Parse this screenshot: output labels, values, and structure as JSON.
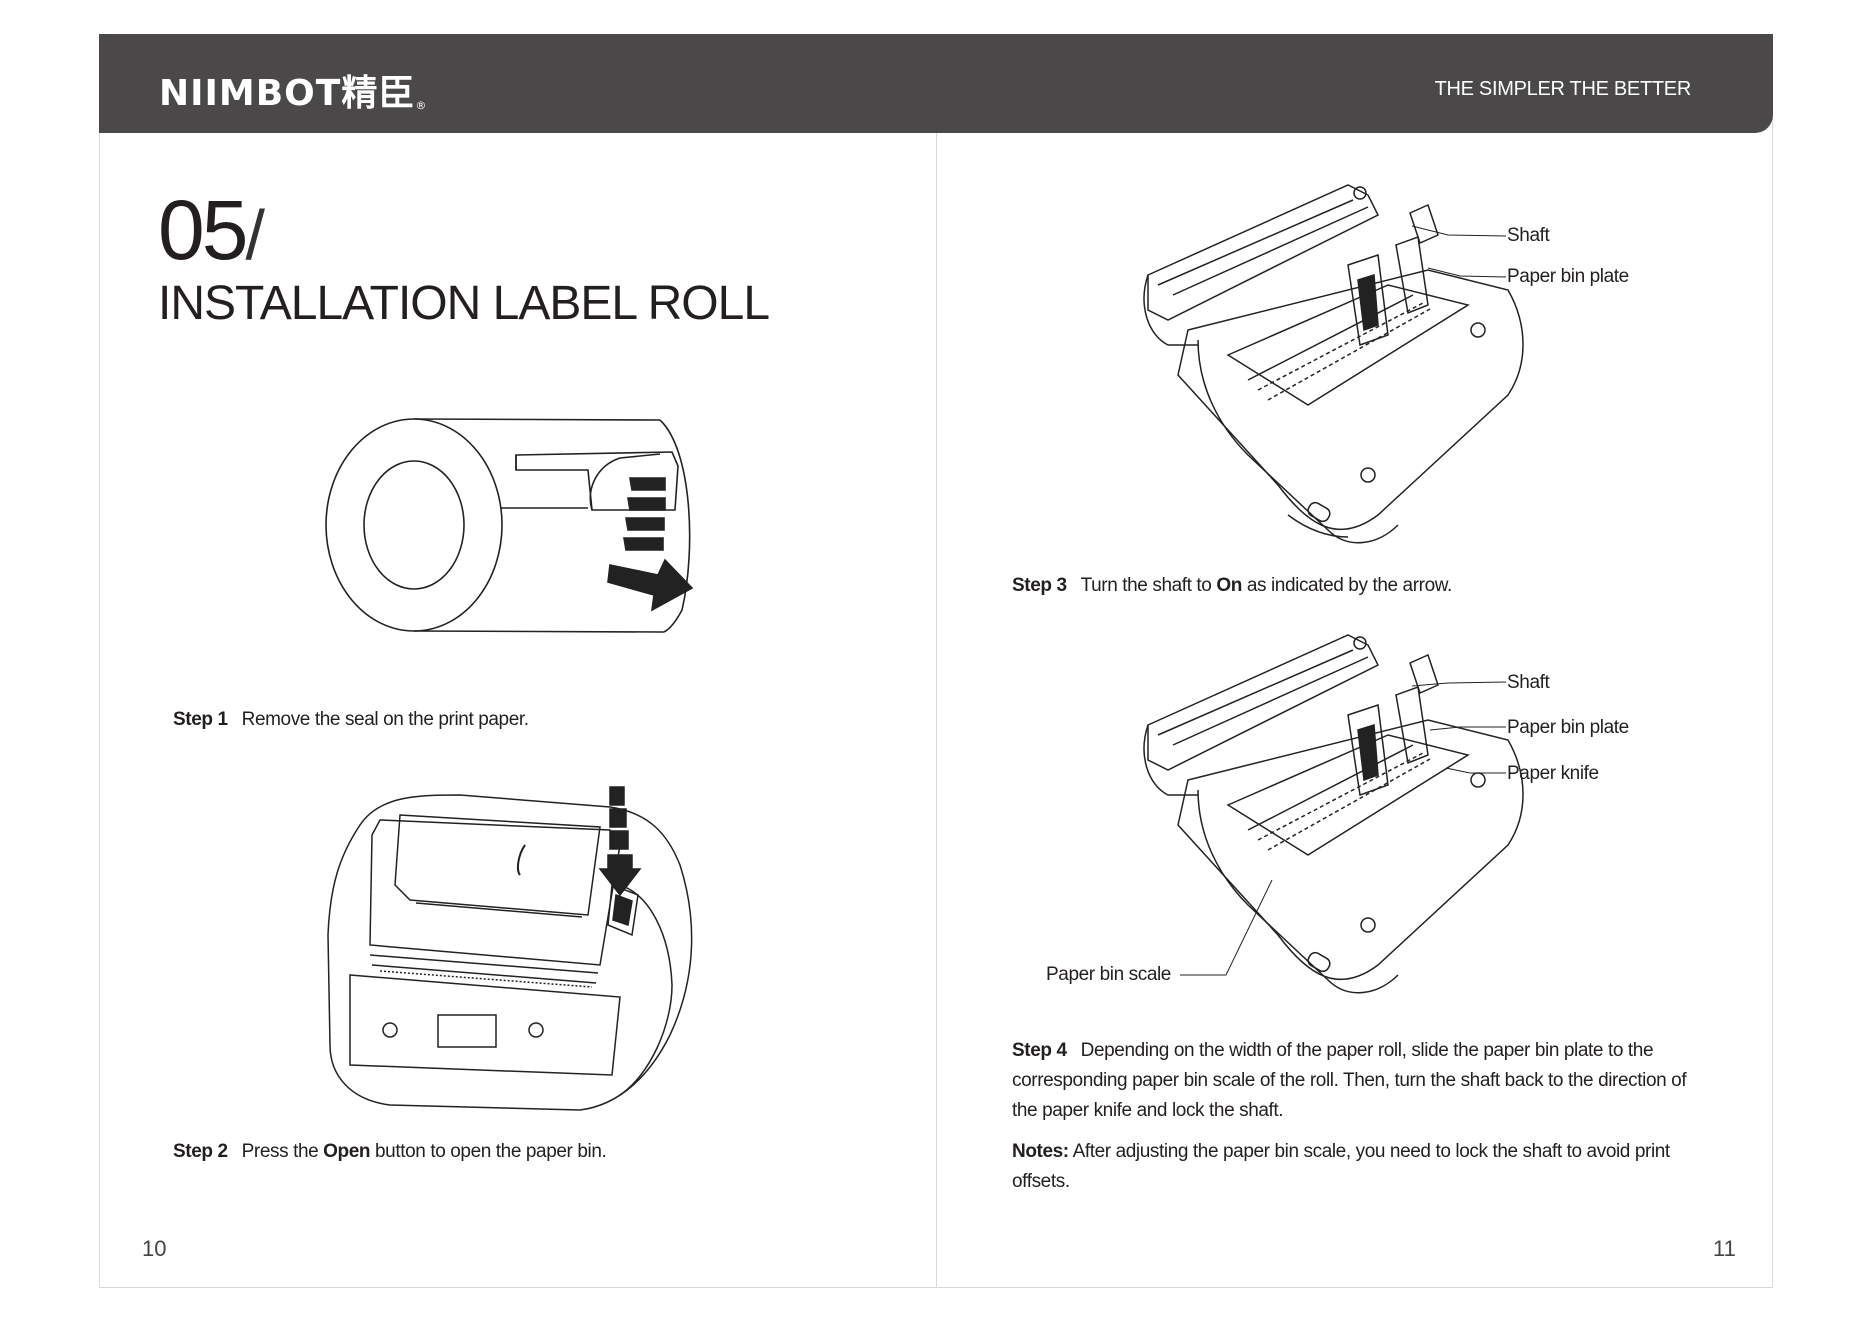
{
  "header": {
    "logo": "NIIMBOT精臣",
    "logo_mark": "®",
    "tagline": "THE SIMPLER THE BETTER"
  },
  "chapter": {
    "number": "05",
    "slash": "/",
    "title": "INSTALLATION LABEL ROLL"
  },
  "steps": {
    "step1": {
      "label": "Step 1",
      "text": "Remove the seal on the print paper."
    },
    "step2": {
      "label": "Step 2",
      "pre": "Press the ",
      "bold": "Open",
      "post": " button to open the paper bin."
    },
    "step3": {
      "label": "Step 3",
      "pre": "Turn the shaft to ",
      "bold": "On",
      "post": " as indicated by the arrow."
    },
    "step4": {
      "label": "Step 4",
      "text": "Depending on the width of the paper roll, slide the paper bin plate to the corresponding paper bin scale of the roll. Then, turn the shaft back to the direction of the paper knife and lock the shaft."
    },
    "notes": {
      "label": "Notes:",
      "text": "After adjusting the paper bin scale, you need to lock the shaft to avoid print offsets."
    }
  },
  "callouts": {
    "fig3": {
      "shaft": "Shaft",
      "plate": "Paper bin plate"
    },
    "fig4": {
      "shaft": "Shaft",
      "plate": "Paper bin plate",
      "knife": "Paper knife",
      "scale": "Paper bin scale"
    }
  },
  "pages": {
    "left": "10",
    "right": "11"
  },
  "colors": {
    "header_bg": "#4a4849",
    "text": "#231f20",
    "line": "#d8d8d8"
  }
}
